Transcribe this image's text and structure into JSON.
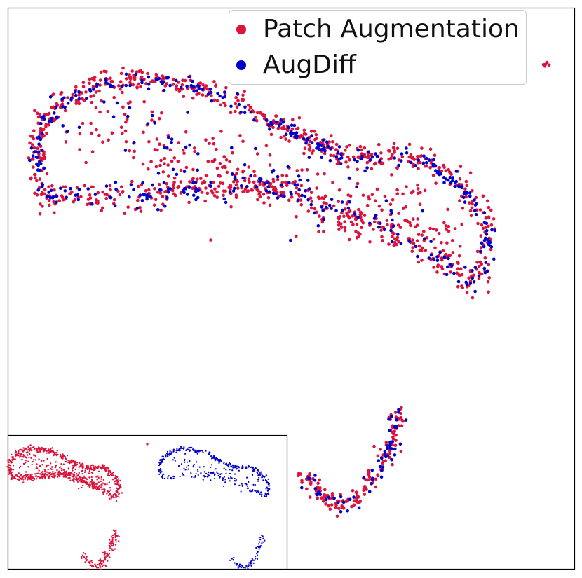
{
  "chart_data": {
    "type": "scatter",
    "xlim": [
      0,
      100
    ],
    "ylim": [
      0,
      100
    ],
    "grid": false,
    "legend_placement": "upper-right",
    "series": [
      {
        "name": "Patch Augmentation",
        "color": "#dc143c",
        "point_count": 1600,
        "clusters": [
          {
            "region": "upper-ring",
            "approx_extent": {
              "x": [
                5,
                85
              ],
              "y": [
                50,
                89
              ]
            }
          },
          {
            "region": "lower-hook",
            "approx_extent": {
              "x": [
                52,
                71
              ],
              "y": [
                9,
                30
              ]
            }
          },
          {
            "region": "outlier",
            "approx_extent": {
              "x": [
                93,
                94
              ],
              "y": [
                89,
                90
              ]
            }
          }
        ]
      },
      {
        "name": "AugDiff",
        "color": "#0000cd",
        "point_count": 650,
        "clusters": [
          {
            "region": "upper-ring",
            "approx_extent": {
              "x": [
                5,
                85
              ],
              "y": [
                53,
                89
              ]
            }
          },
          {
            "region": "lower-hook",
            "approx_extent": {
              "x": [
                52,
                70
              ],
              "y": [
                10,
                30
              ]
            }
          }
        ]
      }
    ],
    "inset": {
      "description_visible": "separate small panels per series",
      "panels": [
        {
          "series": "Patch Augmentation",
          "color": "#dc143c"
        },
        {
          "series": "AugDiff",
          "color": "#0000cd"
        }
      ]
    }
  }
}
